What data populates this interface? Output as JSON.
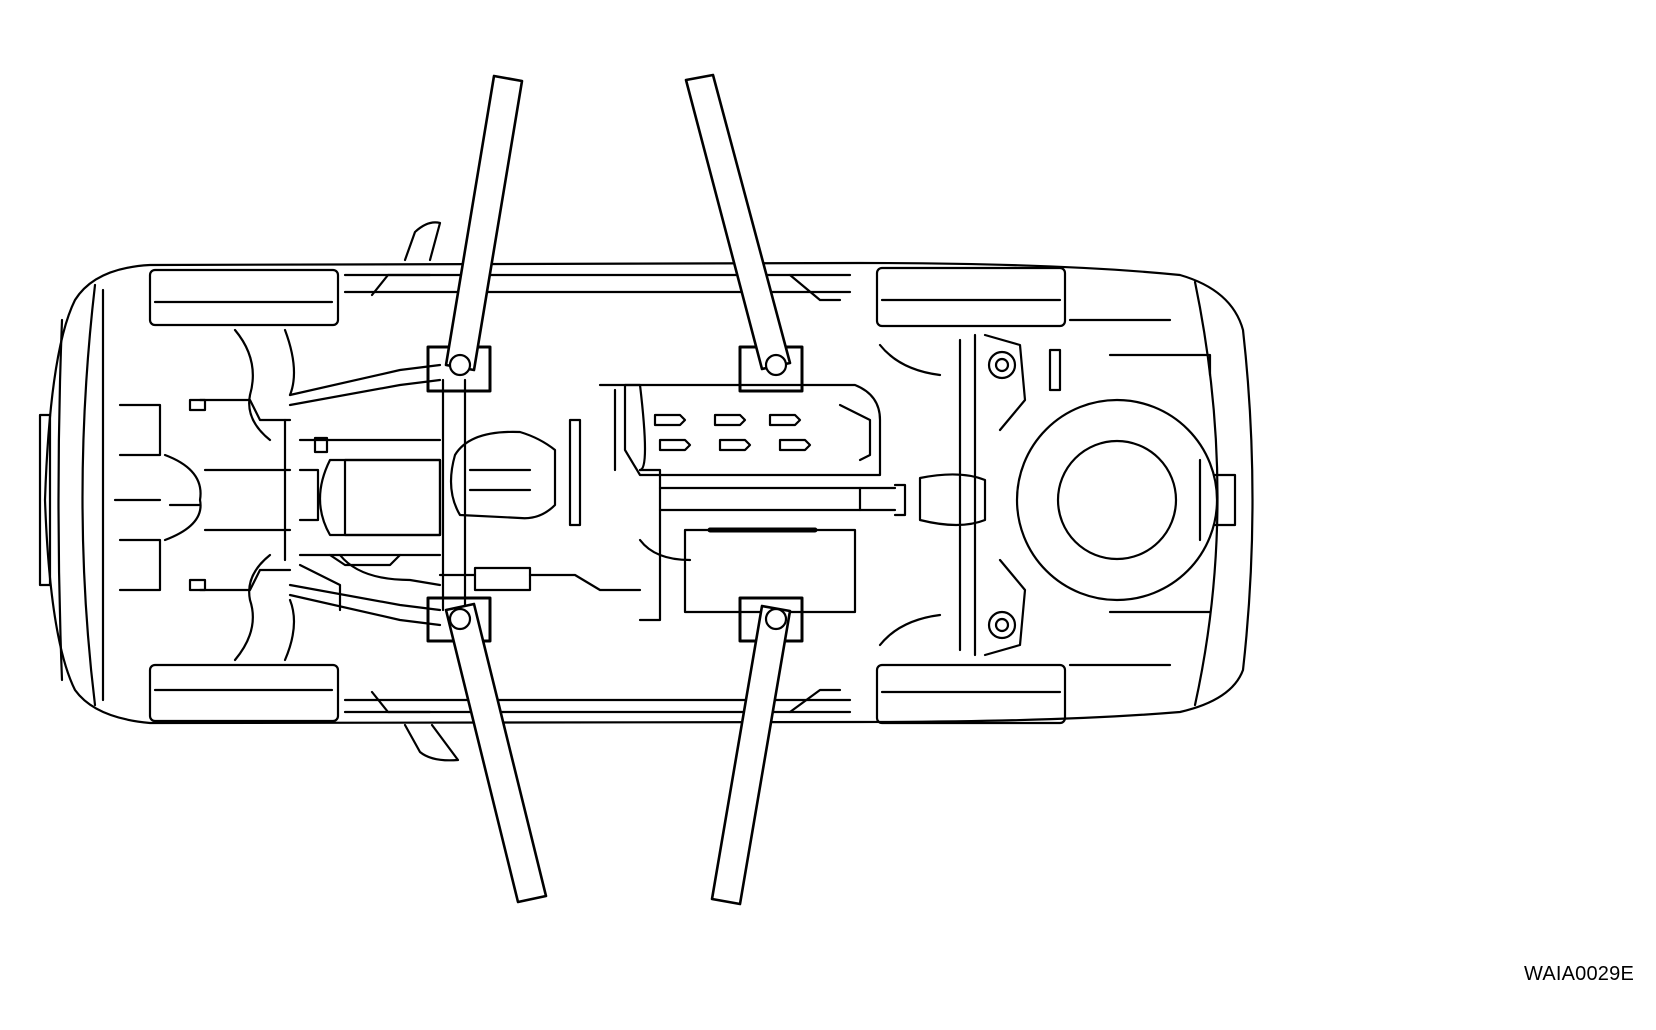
{
  "figure": {
    "reference_code": "WAIA0029E"
  },
  "colors": {
    "line": "#000000",
    "background": "#ffffff"
  },
  "components": {
    "lift_arms": 4,
    "lift_points": 4
  }
}
